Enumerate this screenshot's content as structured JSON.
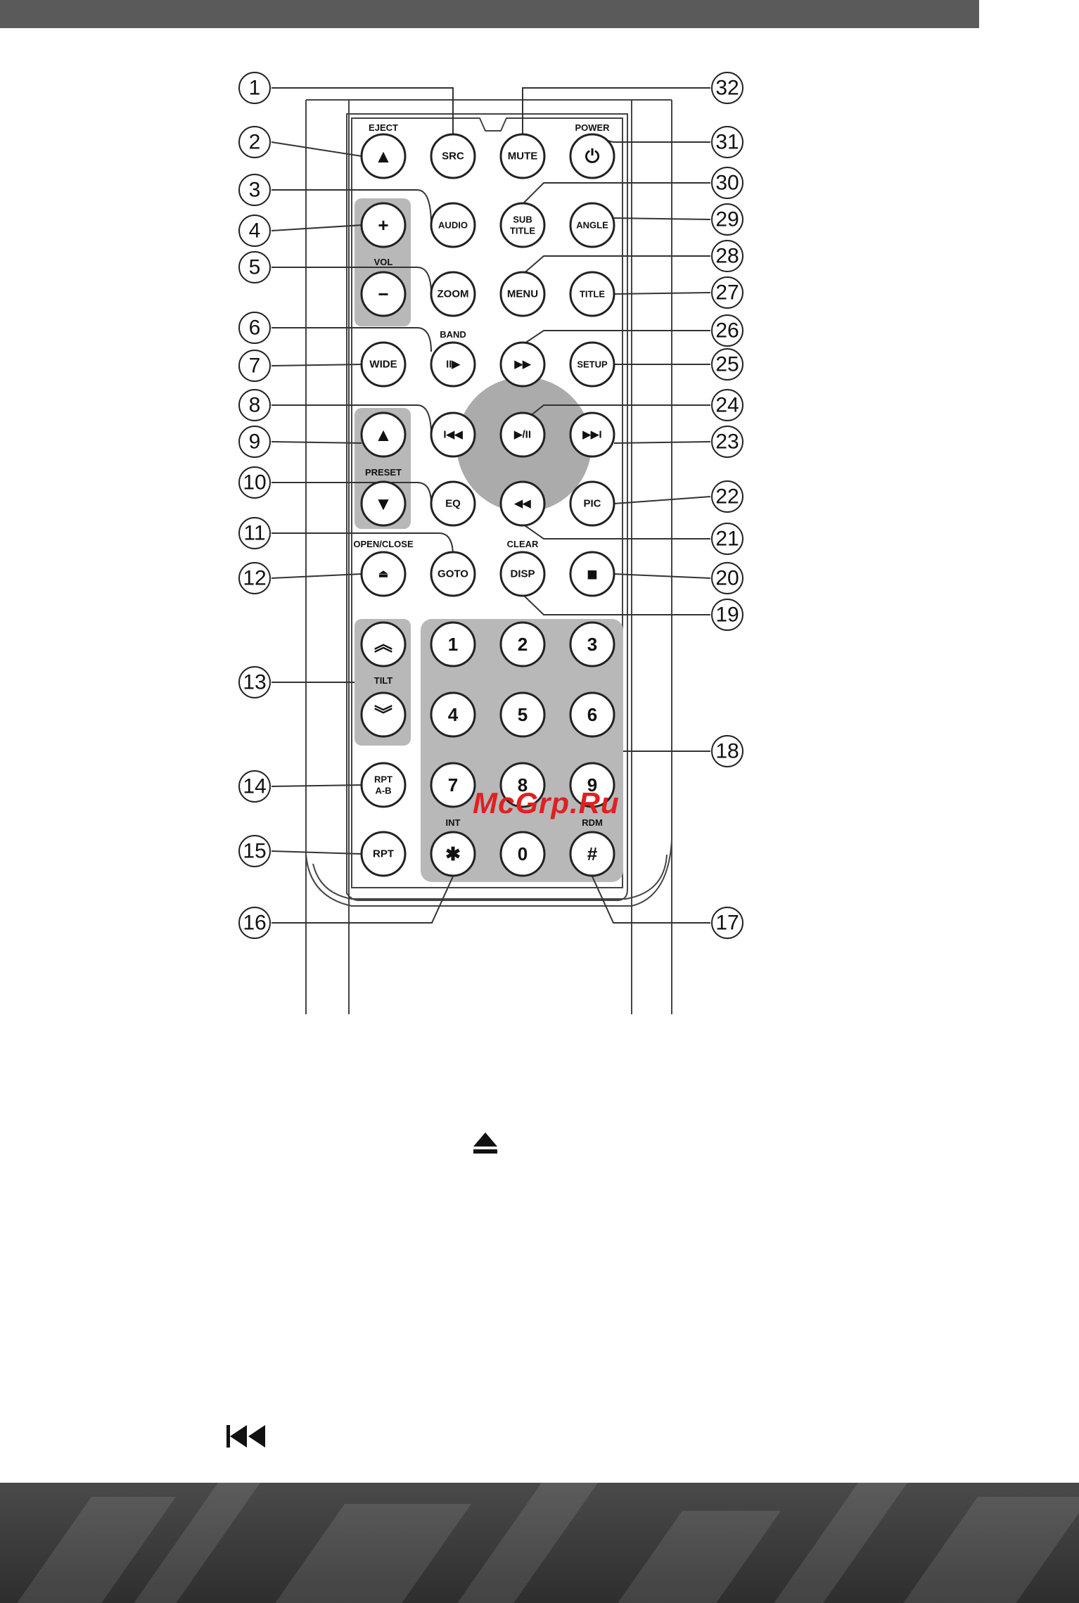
{
  "watermark": "McGrp.Ru",
  "icons": {
    "eject_text_icon": "eject-icon",
    "prev_text_icon": "skip-previous-icon"
  },
  "remote": {
    "buttons": [
      {
        "id": "eject",
        "label": "▲",
        "top": "EJECT"
      },
      {
        "id": "src",
        "label": "SRC"
      },
      {
        "id": "mute",
        "label": "MUTE"
      },
      {
        "id": "power",
        "label": "⏻",
        "top": "POWER"
      },
      {
        "id": "vol_up",
        "label": "+"
      },
      {
        "id": "audio",
        "label": "AUDIO"
      },
      {
        "id": "subtitle",
        "label": "SUB\nTITLE"
      },
      {
        "id": "angle",
        "label": "ANGLE"
      },
      {
        "id": "vol_down",
        "label": "−"
      },
      {
        "id": "zoom",
        "label": "ZOOM"
      },
      {
        "id": "menu",
        "label": "MENU"
      },
      {
        "id": "title",
        "label": "TITLE"
      },
      {
        "id": "wide",
        "label": "WIDE"
      },
      {
        "id": "band",
        "label": "II▶",
        "top": "BAND"
      },
      {
        "id": "ff",
        "label": "▶▶"
      },
      {
        "id": "setup",
        "label": "SETUP"
      },
      {
        "id": "preset_up",
        "label": "▲"
      },
      {
        "id": "prev",
        "label": "I◀◀"
      },
      {
        "id": "play",
        "label": "▶/II"
      },
      {
        "id": "next",
        "label": "▶▶I"
      },
      {
        "id": "preset_down",
        "label": "▼"
      },
      {
        "id": "eq",
        "label": "EQ"
      },
      {
        "id": "rew",
        "label": "◀◀"
      },
      {
        "id": "pic",
        "label": "PIC"
      },
      {
        "id": "open_close",
        "label": "⏏",
        "top": "OPEN/CLOSE"
      },
      {
        "id": "goto",
        "label": "GOTO"
      },
      {
        "id": "disp",
        "label": "DISP",
        "top": "CLEAR"
      },
      {
        "id": "stop",
        "label": "■"
      },
      {
        "id": "tilt_up",
        "label": "︽"
      },
      {
        "id": "tilt_down",
        "label": "︾"
      },
      {
        "id": "k1",
        "label": "1"
      },
      {
        "id": "k2",
        "label": "2"
      },
      {
        "id": "k3",
        "label": "3"
      },
      {
        "id": "k4",
        "label": "4"
      },
      {
        "id": "k5",
        "label": "5"
      },
      {
        "id": "k6",
        "label": "6"
      },
      {
        "id": "k7",
        "label": "7"
      },
      {
        "id": "k8",
        "label": "8"
      },
      {
        "id": "k9",
        "label": "9"
      },
      {
        "id": "rpt_ab",
        "label": "RPT\nA-B"
      },
      {
        "id": "rpt",
        "label": "RPT"
      },
      {
        "id": "star",
        "label": "✱",
        "top": "INT"
      },
      {
        "id": "k0",
        "label": "0"
      },
      {
        "id": "hash",
        "label": "#",
        "top": "RDM"
      }
    ],
    "group_labels": {
      "vol": "VOL",
      "preset": "PRESET",
      "tilt": "TILT"
    },
    "callouts": [
      "1",
      "2",
      "3",
      "4",
      "5",
      "6",
      "7",
      "8",
      "9",
      "10",
      "11",
      "12",
      "13",
      "14",
      "15",
      "16",
      "17",
      "18",
      "19",
      "20",
      "21",
      "22",
      "23",
      "24",
      "25",
      "26",
      "27",
      "28",
      "29",
      "30",
      "31",
      "32"
    ]
  }
}
